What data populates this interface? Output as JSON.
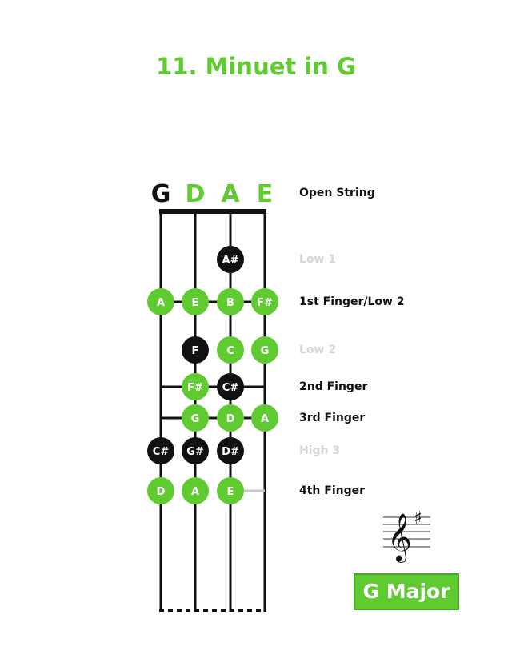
{
  "title": "11. Minuet in G",
  "colors": {
    "green": "#5fcb30",
    "black": "#111111",
    "dim": "#d6d6d6"
  },
  "strings": [
    {
      "name": "G",
      "color": "#111111"
    },
    {
      "name": "D",
      "color": "#5fcb30"
    },
    {
      "name": "A",
      "color": "#5fcb30"
    },
    {
      "name": "E",
      "color": "#5fcb30"
    }
  ],
  "rows": [
    {
      "label": "Open String",
      "dim": false
    },
    {
      "label": "Low 1",
      "dim": true
    },
    {
      "label": "1st Finger/Low 2",
      "dim": false
    },
    {
      "label": "Low 2",
      "dim": true
    },
    {
      "label": "2nd Finger",
      "dim": false
    },
    {
      "label": "3rd Finger",
      "dim": false
    },
    {
      "label": "High 3",
      "dim": true
    },
    {
      "label": "4th Finger",
      "dim": false
    }
  ],
  "notes": [
    {
      "row": 1,
      "string": 2,
      "note": "A#",
      "color": "black"
    },
    {
      "row": 2,
      "string": 0,
      "note": "A",
      "color": "green"
    },
    {
      "row": 2,
      "string": 1,
      "note": "E",
      "color": "green"
    },
    {
      "row": 2,
      "string": 2,
      "note": "B",
      "color": "green"
    },
    {
      "row": 2,
      "string": 3,
      "note": "F#",
      "color": "green"
    },
    {
      "row": 3,
      "string": 1,
      "note": "F",
      "color": "black"
    },
    {
      "row": 3,
      "string": 2,
      "note": "C",
      "color": "green"
    },
    {
      "row": 3,
      "string": 3,
      "note": "G",
      "color": "green"
    },
    {
      "row": 4,
      "string": 1,
      "note": "F#",
      "color": "green"
    },
    {
      "row": 4,
      "string": 2,
      "note": "C#",
      "color": "black"
    },
    {
      "row": 5,
      "string": 1,
      "note": "G",
      "color": "green"
    },
    {
      "row": 5,
      "string": 2,
      "note": "D",
      "color": "green"
    },
    {
      "row": 5,
      "string": 3,
      "note": "A",
      "color": "green"
    },
    {
      "row": 6,
      "string": 0,
      "note": "C#",
      "color": "black"
    },
    {
      "row": 6,
      "string": 1,
      "note": "G#",
      "color": "black"
    },
    {
      "row": 6,
      "string": 2,
      "note": "D#",
      "color": "black"
    },
    {
      "row": 7,
      "string": 0,
      "note": "D",
      "color": "green"
    },
    {
      "row": 7,
      "string": 1,
      "note": "A",
      "color": "green"
    },
    {
      "row": 7,
      "string": 2,
      "note": "E",
      "color": "green"
    }
  ],
  "key": {
    "label": "G Major",
    "sharps": 1
  }
}
